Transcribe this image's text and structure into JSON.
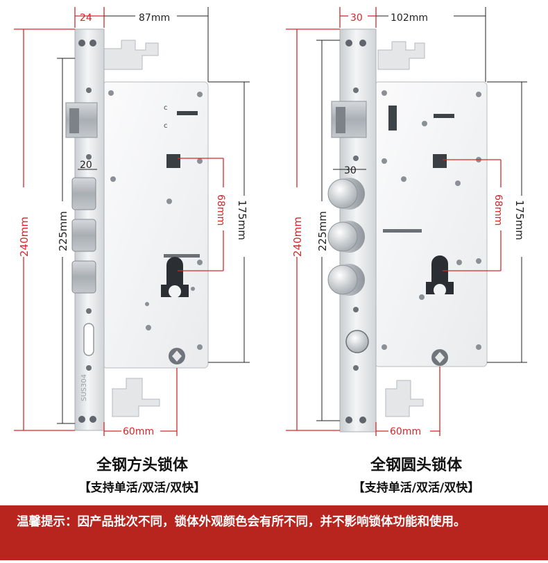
{
  "left_lock": {
    "dim_faceplate_width": "24",
    "dim_body_width": "87mm",
    "dim_bolt_size": "20",
    "dim_total_height": "240mm",
    "dim_inner_height": "225mm",
    "dim_cylinder_spacing": "68mm",
    "dim_body_height": "175mm",
    "dim_backset": "60mm",
    "plate_mark": "SUS304",
    "title": "全钢方头锁体",
    "subtitle": "【支持单活/双活/双快】"
  },
  "right_lock": {
    "dim_faceplate_width": "30",
    "dim_body_width": "102mm",
    "dim_bolt_size": "30",
    "dim_total_height": "240mm",
    "dim_inner_height": "225mm",
    "dim_cylinder_spacing": "68mm",
    "dim_body_height": "175mm",
    "dim_backset": "60mm",
    "title": "全钢圆头锁体",
    "subtitle": "【支持单活/双活/双快】"
  },
  "notice": {
    "text": "温馨提示：因产品批次不同，锁体外观颜色会有所不同，并不影响锁体功能和使用。"
  },
  "colors": {
    "dimension_red": "#d7262a",
    "notice_background": "#b8251e",
    "steel_light": "#f2f3f4",
    "steel_dark": "#9aa0a6"
  }
}
